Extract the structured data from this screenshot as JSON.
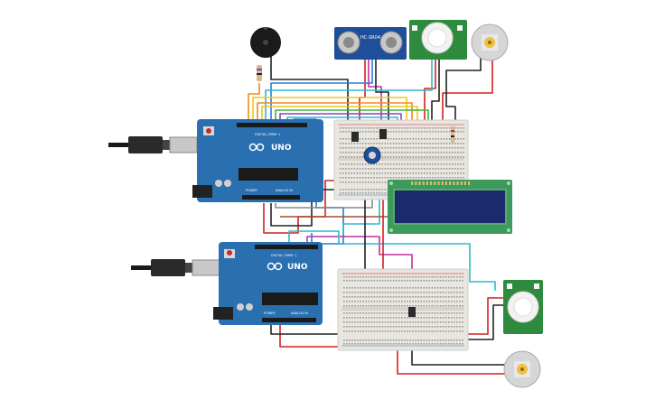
{
  "arduino_top": {
    "logo": "UNO",
    "digital_label": "DIGITAL (PWM~)",
    "power_label": "POWER",
    "analog_label": "ANALOG IN"
  },
  "arduino_bottom": {
    "logo": "UNO",
    "digital_label": "DIGITAL (PWM~)",
    "power_label": "POWER",
    "analog_label": "ANALOG IN"
  },
  "ultrasonic_sensor": {
    "label": "HC-SR04"
  },
  "colors": {
    "arduino_board": "#2a6fb0",
    "breadboard": "#e8e6e0",
    "lcd_frame": "#3c9a5a",
    "lcd_screen": "#1a2a6a",
    "pir_board": "#2e8b3e",
    "sensor_board": "#1f4f9a",
    "wire_red": "#d42020",
    "wire_black": "#222222",
    "wire_orange": "#f08a20",
    "wire_yellow": "#e8c820",
    "wire_green": "#3cb43c",
    "wire_blue": "#2a7ad8",
    "wire_cyan": "#30b8c8",
    "wire_magenta": "#c030a0",
    "wire_purple": "#8a40c0",
    "wire_brown": "#a0522d",
    "wire_gray": "#8a8a8a"
  }
}
